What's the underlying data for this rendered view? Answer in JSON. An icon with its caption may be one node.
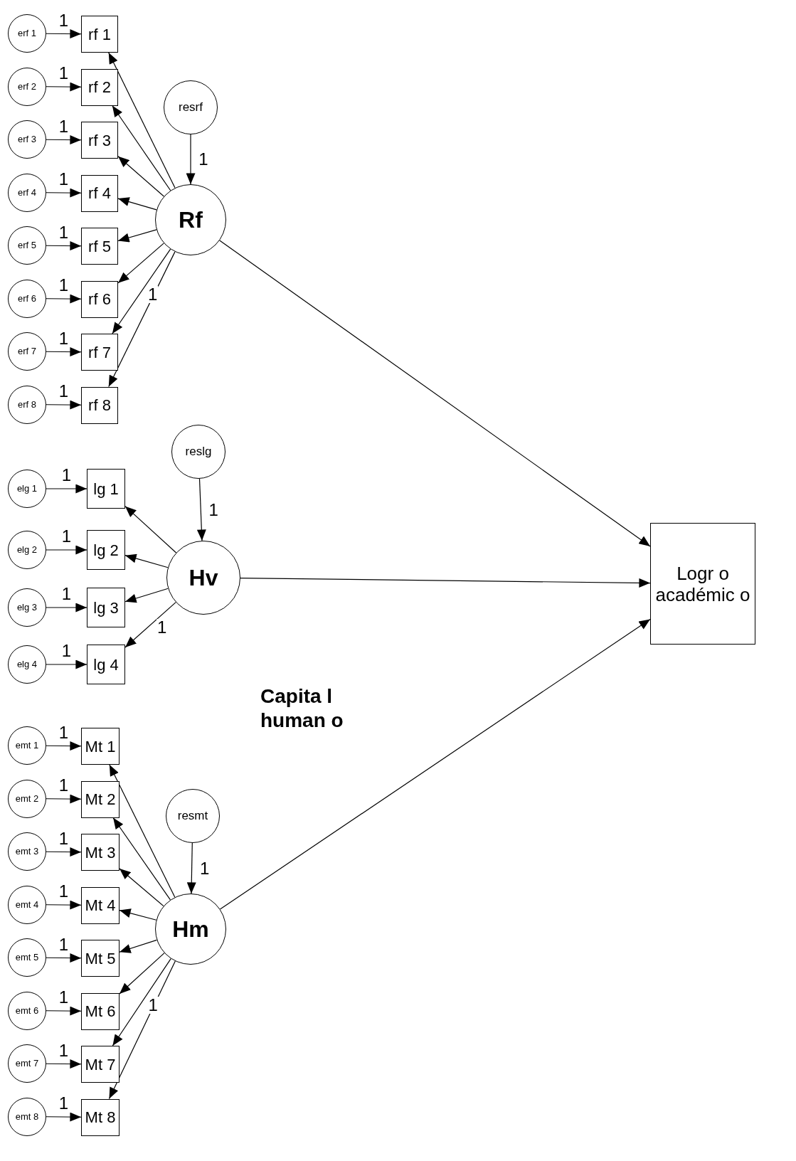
{
  "diagram": {
    "nodes": [
      {
        "text": [
          "erf 1"
        ]
      },
      {
        "text": [
          "erf 2"
        ]
      },
      {
        "text": [
          "erf 3"
        ]
      },
      {
        "text": [
          "erf 4"
        ]
      },
      {
        "text": [
          "erf 5"
        ]
      },
      {
        "text": [
          "erf 6"
        ]
      },
      {
        "text": [
          "erf 7"
        ]
      },
      {
        "text": [
          "erf 8"
        ]
      },
      {
        "text": [
          "rf 1"
        ]
      },
      {
        "text": [
          "rf 2"
        ]
      },
      {
        "text": [
          "rf 3"
        ]
      },
      {
        "text": [
          "rf 4"
        ]
      },
      {
        "text": [
          "rf 5"
        ]
      },
      {
        "text": [
          "rf 6"
        ]
      },
      {
        "text": [
          "rf 7"
        ]
      },
      {
        "text": [
          "rf 8"
        ]
      },
      {
        "text": [
          "resrf"
        ]
      },
      {
        "text": [
          "Rf"
        ]
      },
      {
        "text": [
          "elg 1"
        ]
      },
      {
        "text": [
          "elg 2"
        ]
      },
      {
        "text": [
          "elg 3"
        ]
      },
      {
        "text": [
          "elg 4"
        ]
      },
      {
        "text": [
          "lg 1"
        ]
      },
      {
        "text": [
          "lg 2"
        ]
      },
      {
        "text": [
          "lg 3"
        ]
      },
      {
        "text": [
          "lg 4"
        ]
      },
      {
        "text": [
          "reslg"
        ]
      },
      {
        "text": [
          "Hv"
        ]
      },
      {
        "text": [
          "emt 1"
        ]
      },
      {
        "text": [
          "emt 2"
        ]
      },
      {
        "text": [
          "emt 3"
        ]
      },
      {
        "text": [
          "emt 4"
        ]
      },
      {
        "text": [
          "emt 5"
        ]
      },
      {
        "text": [
          "emt 6"
        ]
      },
      {
        "text": [
          "emt 7"
        ]
      },
      {
        "text": [
          "emt 8"
        ]
      },
      {
        "text": [
          "Mt 1"
        ]
      },
      {
        "text": [
          "Mt 2"
        ]
      },
      {
        "text": [
          "Mt 3"
        ]
      },
      {
        "text": [
          "Mt 4"
        ]
      },
      {
        "text": [
          "Mt 5"
        ]
      },
      {
        "text": [
          "Mt 6"
        ]
      },
      {
        "text": [
          "Mt 7"
        ]
      },
      {
        "text": [
          "Mt 8"
        ]
      },
      {
        "text": [
          "resmt"
        ]
      },
      {
        "text": [
          "Hm"
        ]
      },
      {
        "text": [
          "Logr o académic o"
        ]
      }
    ],
    "edges": [
      {
        "from": 0,
        "to": 8,
        "arrow": "to",
        "label": "1"
      },
      {
        "from": 1,
        "to": 9,
        "arrow": "to",
        "label": "1"
      },
      {
        "from": 2,
        "to": 10,
        "arrow": "to",
        "label": "1"
      },
      {
        "from": 3,
        "to": 11,
        "arrow": "to",
        "label": "1"
      },
      {
        "from": 4,
        "to": 12,
        "arrow": "to",
        "label": "1"
      },
      {
        "from": 5,
        "to": 13,
        "arrow": "to",
        "label": "1"
      },
      {
        "from": 6,
        "to": 14,
        "arrow": "to",
        "label": "1"
      },
      {
        "from": 7,
        "to": 15,
        "arrow": "to",
        "label": "1"
      },
      {
        "from": 17,
        "to": 8,
        "arrow": "to"
      },
      {
        "from": 17,
        "to": 9,
        "arrow": "to"
      },
      {
        "from": 17,
        "to": 10,
        "arrow": "to"
      },
      {
        "from": 17,
        "to": 11,
        "arrow": "to"
      },
      {
        "from": 17,
        "to": 12,
        "arrow": "to"
      },
      {
        "from": 17,
        "to": 13,
        "arrow": "to"
      },
      {
        "from": 17,
        "to": 14,
        "arrow": "to",
        "label": "1"
      },
      {
        "from": 17,
        "to": 15,
        "arrow": "to"
      },
      {
        "from": 16,
        "to": 17,
        "arrow": "to",
        "label": "1"
      },
      {
        "from": 18,
        "to": 22,
        "arrow": "to",
        "label": "1"
      },
      {
        "from": 19,
        "to": 23,
        "arrow": "to",
        "label": "1"
      },
      {
        "from": 20,
        "to": 24,
        "arrow": "to",
        "label": "1"
      },
      {
        "from": 21,
        "to": 25,
        "arrow": "to",
        "label": "1"
      },
      {
        "from": 27,
        "to": 22,
        "arrow": "to"
      },
      {
        "from": 27,
        "to": 23,
        "arrow": "to"
      },
      {
        "from": 27,
        "to": 24,
        "arrow": "to"
      },
      {
        "from": 27,
        "to": 25,
        "arrow": "to",
        "label": "1"
      },
      {
        "from": 26,
        "to": 27,
        "arrow": "to",
        "label": "1"
      },
      {
        "from": 28,
        "to": 36,
        "arrow": "to",
        "label": "1"
      },
      {
        "from": 29,
        "to": 37,
        "arrow": "to",
        "label": "1"
      },
      {
        "from": 30,
        "to": 38,
        "arrow": "to",
        "label": "1"
      },
      {
        "from": 31,
        "to": 39,
        "arrow": "to",
        "label": "1"
      },
      {
        "from": 32,
        "to": 40,
        "arrow": "to",
        "label": "1"
      },
      {
        "from": 33,
        "to": 41,
        "arrow": "to",
        "label": "1"
      },
      {
        "from": 34,
        "to": 42,
        "arrow": "to",
        "label": "1"
      },
      {
        "from": 35,
        "to": 43,
        "arrow": "to",
        "label": "1"
      },
      {
        "from": 45,
        "to": 36,
        "arrow": "to"
      },
      {
        "from": 45,
        "to": 37,
        "arrow": "to"
      },
      {
        "from": 45,
        "to": 38,
        "arrow": "to"
      },
      {
        "from": 45,
        "to": 39,
        "arrow": "to"
      },
      {
        "from": 45,
        "to": 40,
        "arrow": "to"
      },
      {
        "from": 45,
        "to": 41,
        "arrow": "to"
      },
      {
        "from": 45,
        "to": 42,
        "arrow": "to",
        "label": "1"
      },
      {
        "from": 45,
        "to": 43,
        "arrow": "to"
      },
      {
        "from": 44,
        "to": 45,
        "arrow": "to",
        "label": "1"
      },
      {
        "from": 17,
        "to": 46,
        "arrow": "to"
      },
      {
        "from": 27,
        "to": 46,
        "arrow": "to"
      },
      {
        "from": 45,
        "to": 46,
        "arrow": "to"
      }
    ],
    "labels": [
      "Capita l human o"
    ]
  }
}
